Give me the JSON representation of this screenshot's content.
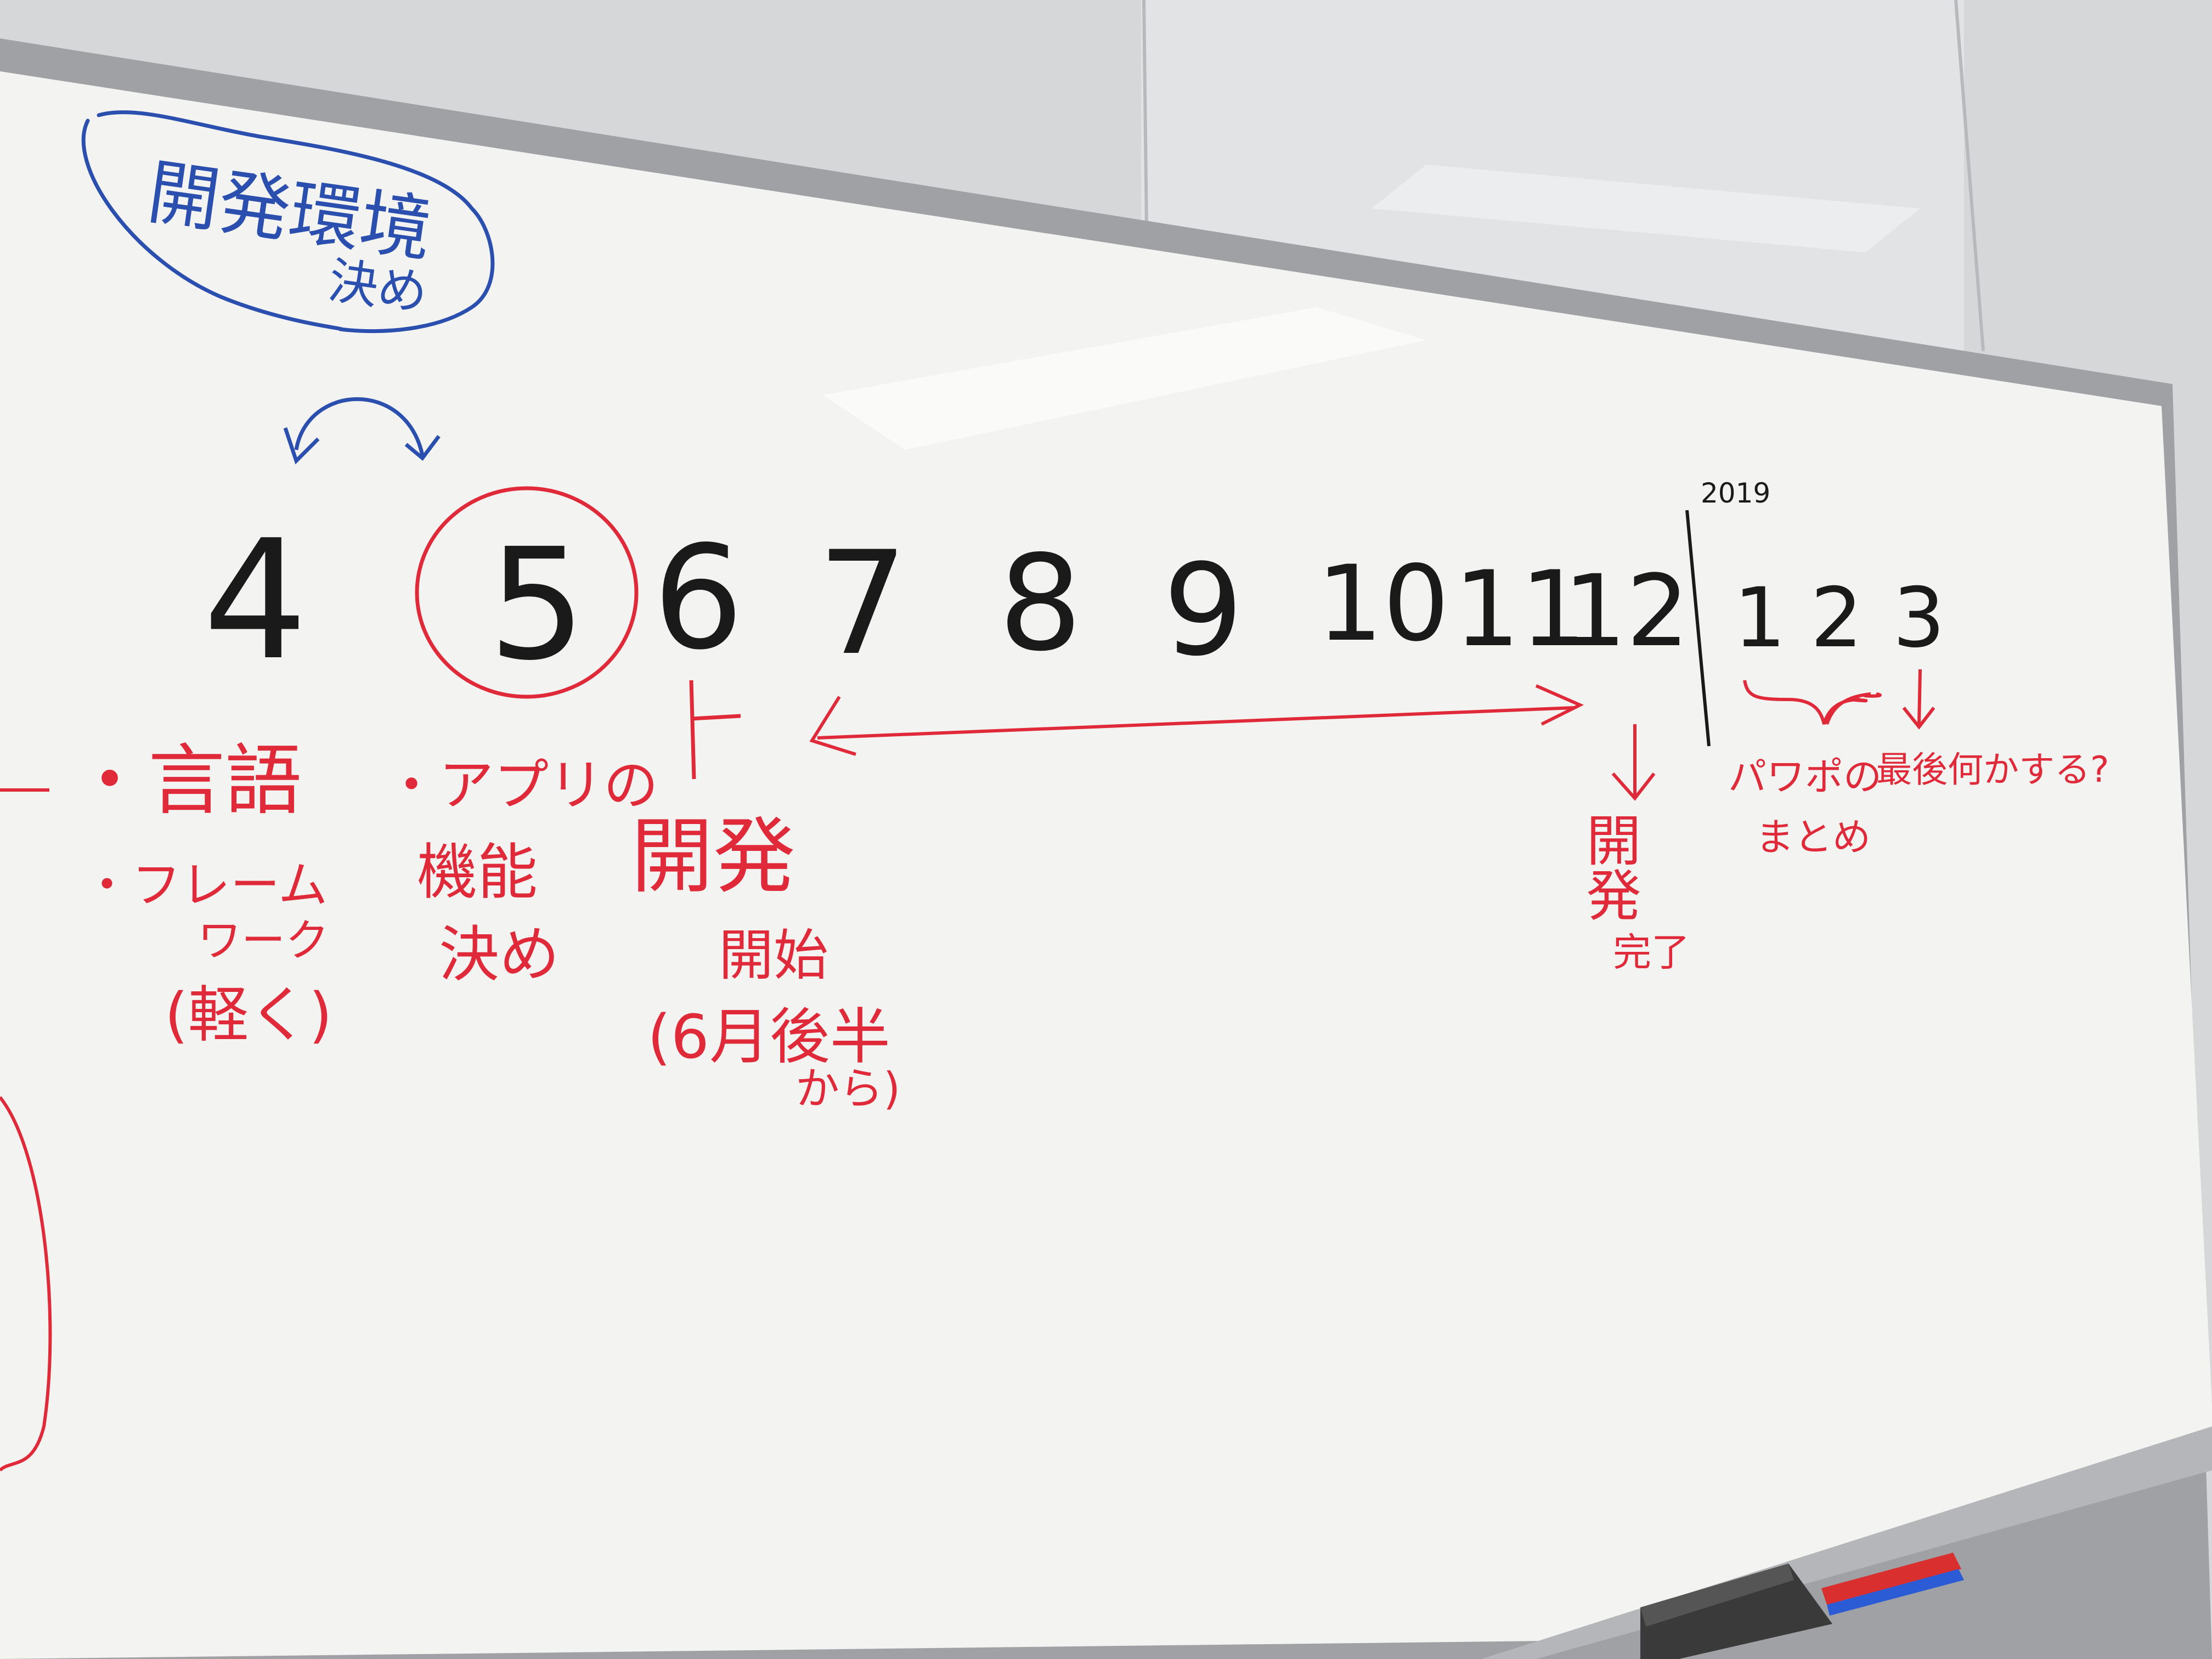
{
  "colors": {
    "wall": "#d8d9db",
    "board": "#f2f2f0",
    "frame": "#9a9ca0",
    "black_marker": "#1a1a1a",
    "red_marker": "#e02a3a",
    "blue_marker": "#2a4fae"
  },
  "blue_note": {
    "line1": "開発環境",
    "line2": "決め"
  },
  "timeline": {
    "months": [
      "4",
      "5",
      "6",
      "7",
      "8",
      "9",
      "10",
      "11",
      "12",
      "1",
      "2",
      "3"
    ],
    "year_label": "2019"
  },
  "notes": {
    "april": {
      "item1": "・言語",
      "item2": "・フレーム",
      "item2b": "ワーク",
      "item2c": "(軽く)"
    },
    "may": {
      "line1": "・アプリの",
      "line2": "機能",
      "line3": "決め"
    },
    "june": {
      "line1": "開発",
      "line2": "開始",
      "line3": "(6月後半",
      "line4": "から)"
    },
    "december": {
      "line1": "開発",
      "line2": "完了"
    },
    "jan_feb": {
      "line1": "パワポの",
      "line2": "まとめ"
    },
    "march": {
      "line1": "最後何かする?"
    }
  },
  "icons": [
    "curved-double-arrow-icon",
    "double-headed-arrow-icon",
    "down-arrow-icon",
    "brace-icon",
    "circle-mark-icon",
    "eraser-icon",
    "marker-icon"
  ]
}
